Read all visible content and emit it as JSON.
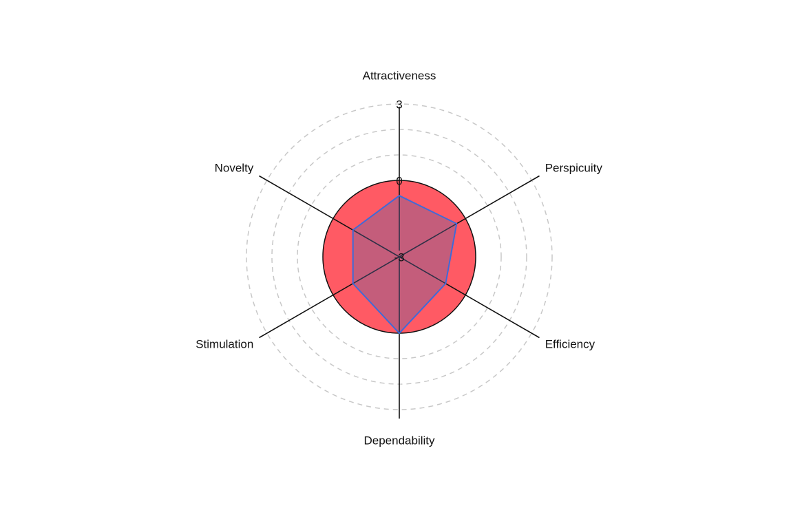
{
  "chart_data": {
    "type": "radar",
    "axes": [
      "Attractiveness",
      "Perspicuity",
      "Efficiency",
      "Dependability",
      "Stimulation",
      "Novelty"
    ],
    "rlim": [
      -3,
      3
    ],
    "ticks": [
      {
        "value": 3,
        "label": "3"
      },
      {
        "value": 0,
        "label": "0"
      },
      {
        "value": -3,
        "label": "-3"
      }
    ],
    "gridlines": [
      -2,
      -1,
      0,
      1,
      2,
      3
    ],
    "grid": true,
    "benchmark": {
      "value": 0,
      "color": "#ff5a64"
    },
    "series": [
      {
        "values": [
          -0.6,
          -0.4,
          -0.9,
          0.0,
          -0.9,
          -0.9
        ],
        "color": "#3f6ad8"
      }
    ]
  }
}
